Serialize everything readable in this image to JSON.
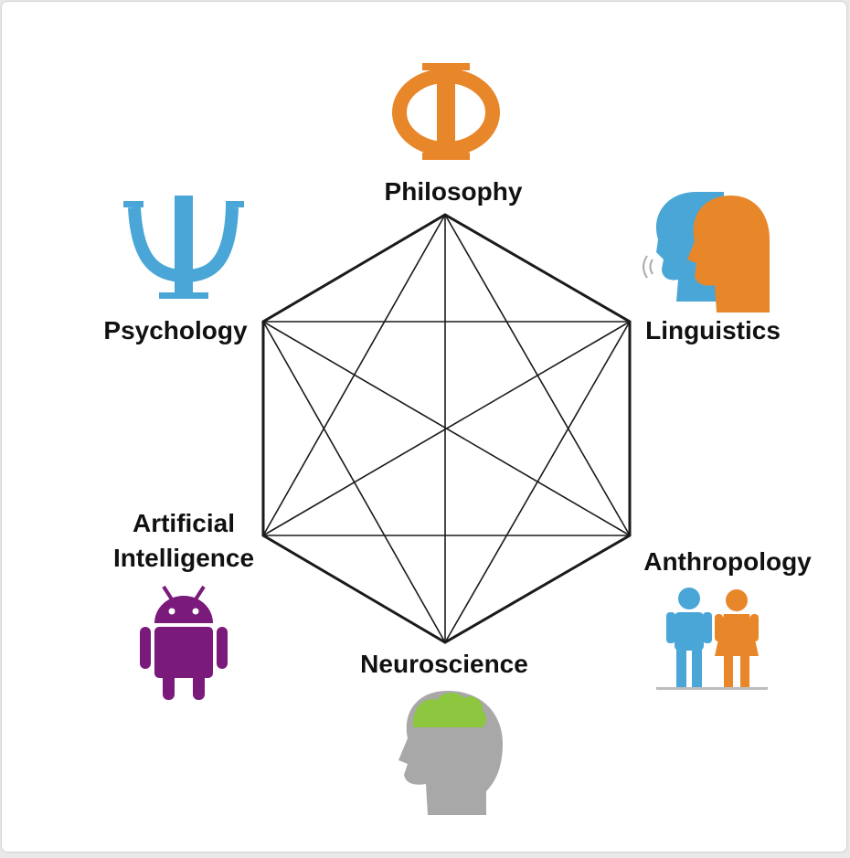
{
  "diagram": {
    "nodes": [
      {
        "id": "philosophy",
        "label": "Philosophy",
        "icon": "phi-symbol-icon",
        "color": "#e8862a"
      },
      {
        "id": "linguistics",
        "label": "Linguistics",
        "icon": "speaking-heads-icon",
        "colors": [
          "#4aa6d6",
          "#e8862a"
        ]
      },
      {
        "id": "anthropology",
        "label": "Anthropology",
        "icon": "man-woman-icon",
        "colors": [
          "#4aa6d6",
          "#e8862a"
        ]
      },
      {
        "id": "neuroscience",
        "label": "Neuroscience",
        "icon": "head-brain-icon",
        "colors": [
          "#a8a8a8",
          "#8dc63f"
        ]
      },
      {
        "id": "artificial_intelligence",
        "label_lines": [
          "Artificial",
          "Intelligence"
        ],
        "icon": "android-robot-icon",
        "color": "#7a1a7a"
      },
      {
        "id": "psychology",
        "label": "Psychology",
        "icon": "psi-symbol-icon",
        "color": "#4aa6d6"
      }
    ],
    "edges": "all pairs connected (complete graph)",
    "icon_glyphs": {
      "phi": "Φ",
      "psi": "Ψ"
    }
  }
}
